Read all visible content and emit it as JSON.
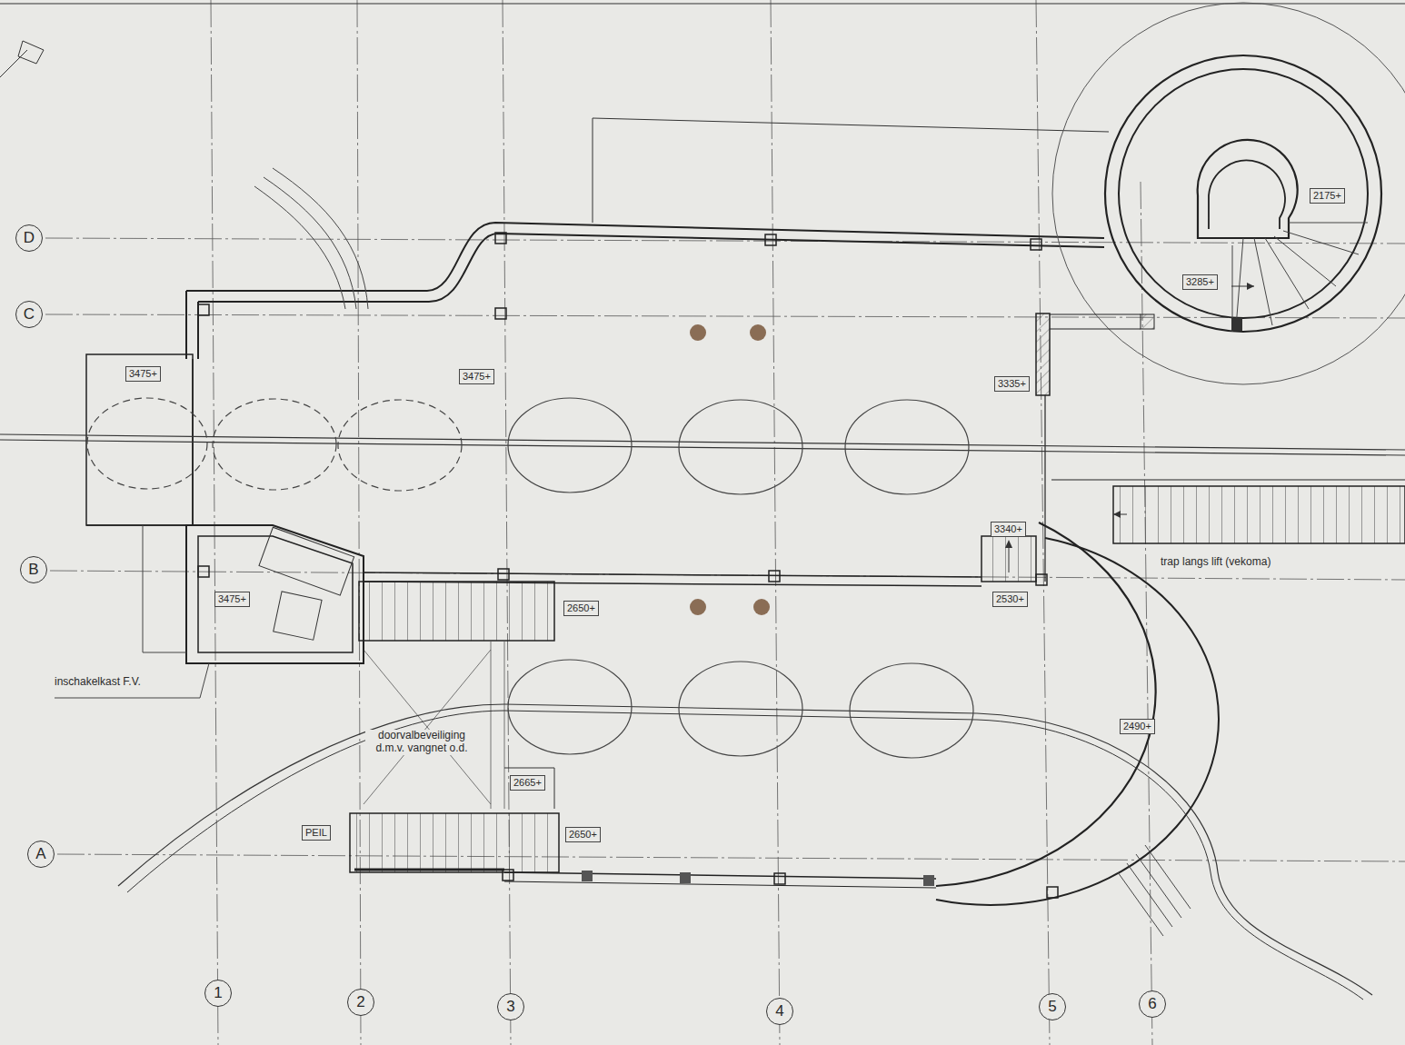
{
  "diagram": {
    "nodes": [
      {
        "text": [
          "D"
        ]
      },
      {
        "text": [
          "C"
        ]
      },
      {
        "text": [
          "B"
        ]
      },
      {
        "text": [
          "A"
        ]
      },
      {
        "text": [
          "1"
        ]
      },
      {
        "text": [
          "2"
        ]
      },
      {
        "text": [
          "3"
        ]
      },
      {
        "text": [
          "4"
        ]
      },
      {
        "text": [
          "5"
        ]
      },
      {
        "text": [
          "6"
        ]
      }
    ],
    "labels": [
      "3475+",
      "3475+",
      "3475+",
      "3335+",
      "2175+",
      "3285+",
      "3340+",
      "2530+",
      "2650+",
      "2665+",
      "2650+",
      "2490+",
      "PEIL",
      "inschakelkast F.V.",
      "doorvalbeveiliging d.m.v. vangnet o.d.",
      "trap langs lift (vekoma)"
    ]
  }
}
